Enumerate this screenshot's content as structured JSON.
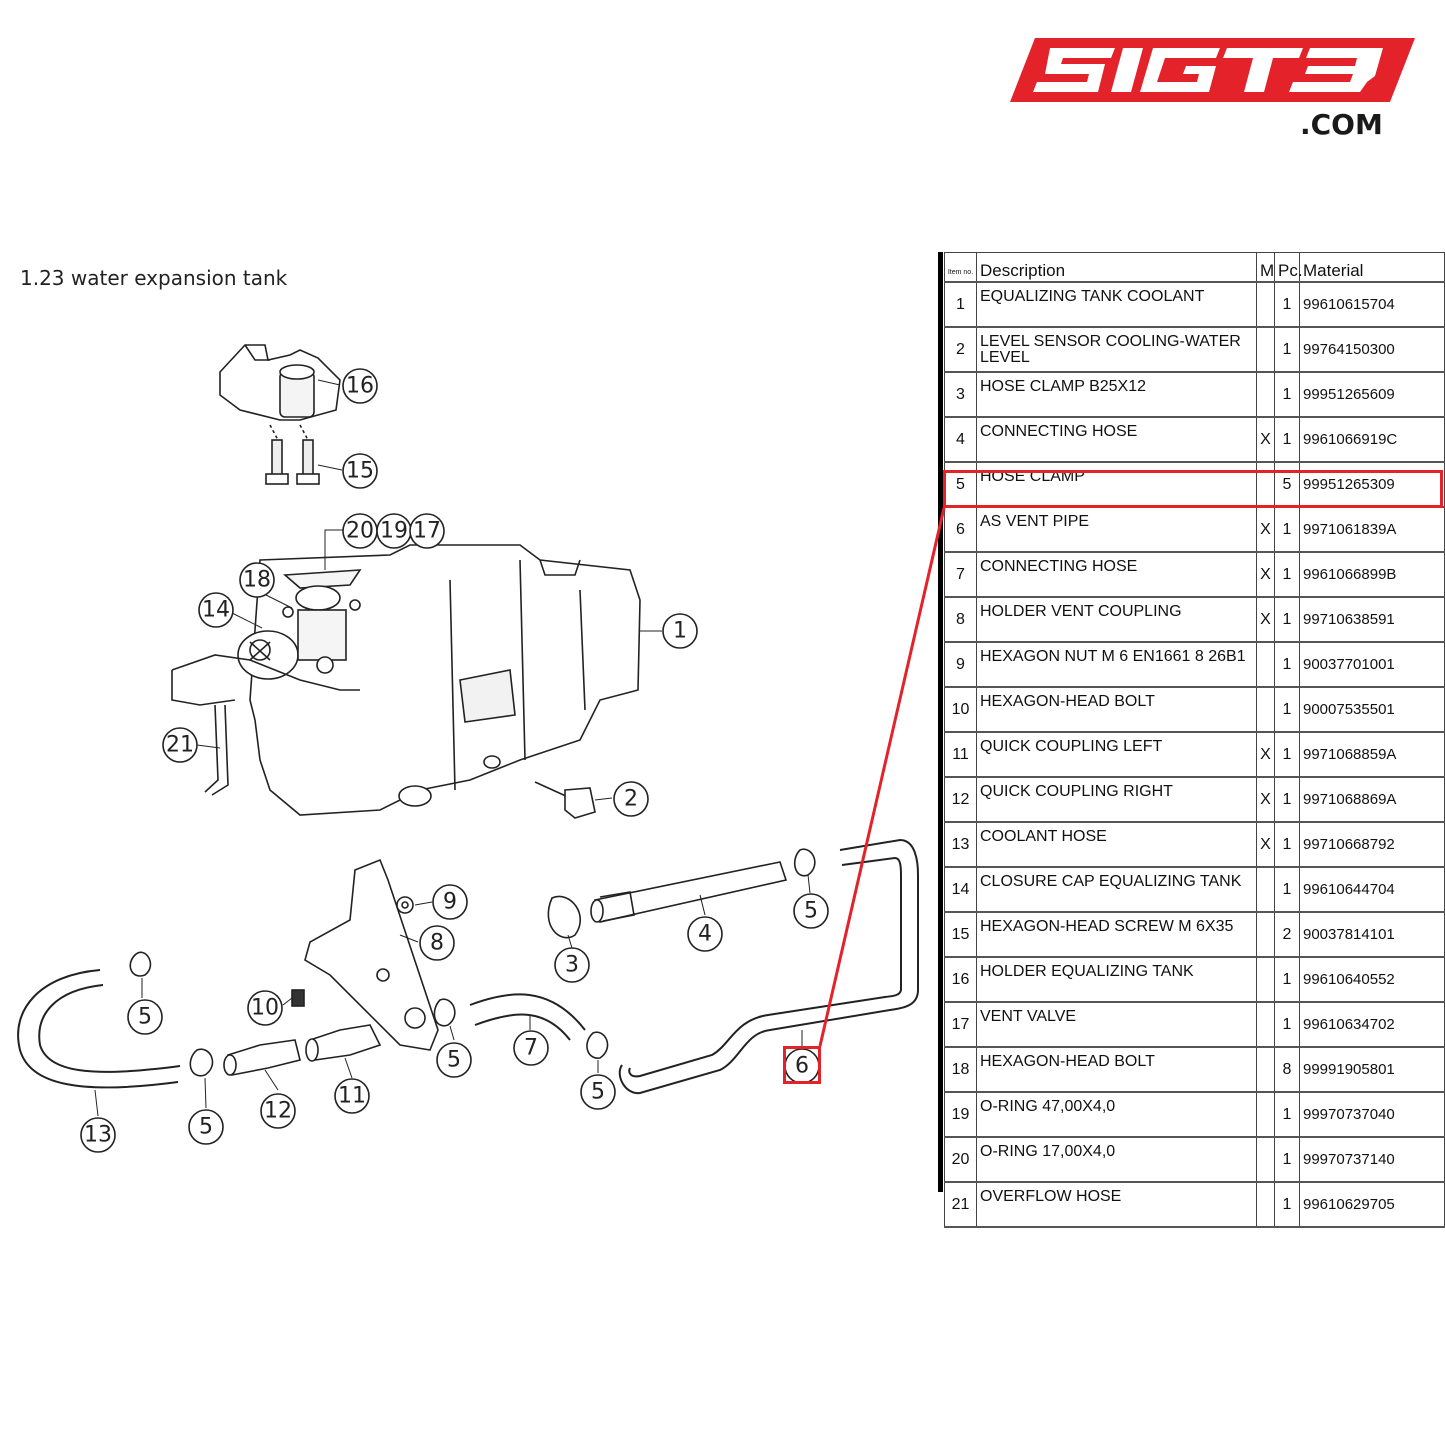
{
  "brand": {
    "logo_text": "SIGTB",
    "domain": ".COM",
    "color": "#e3222a"
  },
  "section_title": "1.23  water expansion tank",
  "highlight_color": "#e3222a",
  "highlighted_item": "6",
  "table": {
    "headers": {
      "item_no": "Item no.",
      "description": "Description",
      "m": "M",
      "pc": "Pc.",
      "material": "Material"
    },
    "rows": [
      {
        "no": "1",
        "desc": "EQUALIZING TANK COOLANT",
        "m": "",
        "pc": "1",
        "mat": "99610615704"
      },
      {
        "no": "2",
        "desc": "LEVEL SENSOR COOLING-WATER LEVEL",
        "m": "",
        "pc": "1",
        "mat": "99764150300"
      },
      {
        "no": "3",
        "desc": "HOSE CLAMP B25X12",
        "m": "",
        "pc": "1",
        "mat": "99951265609"
      },
      {
        "no": "4",
        "desc": "CONNECTING HOSE",
        "m": "X",
        "pc": "1",
        "mat": "9961066919C"
      },
      {
        "no": "5",
        "desc": "HOSE CLAMP",
        "m": "",
        "pc": "5",
        "mat": "99951265309"
      },
      {
        "no": "6",
        "desc": "AS VENT PIPE",
        "m": "X",
        "pc": "1",
        "mat": "9971061839A"
      },
      {
        "no": "7",
        "desc": "CONNECTING HOSE",
        "m": "X",
        "pc": "1",
        "mat": "9961066899B"
      },
      {
        "no": "8",
        "desc": "HOLDER VENT COUPLING",
        "m": "X",
        "pc": "1",
        "mat": "99710638591"
      },
      {
        "no": "9",
        "desc": "HEXAGON NUT M 6 EN1661 8 26B1",
        "m": "",
        "pc": "1",
        "mat": "90037701001"
      },
      {
        "no": "10",
        "desc": "HEXAGON-HEAD BOLT",
        "m": "",
        "pc": "1",
        "mat": "90007535501"
      },
      {
        "no": "11",
        "desc": "QUICK COUPLING LEFT",
        "m": "X",
        "pc": "1",
        "mat": "9971068859A"
      },
      {
        "no": "12",
        "desc": "QUICK COUPLING RIGHT",
        "m": "X",
        "pc": "1",
        "mat": "9971068869A"
      },
      {
        "no": "13",
        "desc": "COOLANT HOSE",
        "m": "X",
        "pc": "1",
        "mat": "99710668792"
      },
      {
        "no": "14",
        "desc": "CLOSURE CAP EQUALIZING TANK",
        "m": "",
        "pc": "1",
        "mat": "99610644704"
      },
      {
        "no": "15",
        "desc": "HEXAGON-HEAD SCREW M 6X35",
        "m": "",
        "pc": "2",
        "mat": "90037814101"
      },
      {
        "no": "16",
        "desc": "HOLDER EQUALIZING TANK",
        "m": "",
        "pc": "1",
        "mat": "99610640552"
      },
      {
        "no": "17",
        "desc": "VENT VALVE",
        "m": "",
        "pc": "1",
        "mat": "99610634702"
      },
      {
        "no": "18",
        "desc": "HEXAGON-HEAD BOLT",
        "m": "",
        "pc": "8",
        "mat": "99991905801"
      },
      {
        "no": "19",
        "desc": "O-RING 47,00X4,0",
        "m": "",
        "pc": "1",
        "mat": "99970737040"
      },
      {
        "no": "20",
        "desc": "O-RING 17,00X4,0",
        "m": "",
        "pc": "1",
        "mat": "99970737140"
      },
      {
        "no": "21",
        "desc": "OVERFLOW HOSE",
        "m": "",
        "pc": "1",
        "mat": "99610629705"
      }
    ]
  },
  "diagram_labels": {
    "l1": "1",
    "l2": "2",
    "l3": "3",
    "l4": "4",
    "l5a": "5",
    "l5b": "5",
    "l5c": "5",
    "l5d": "5",
    "l5e": "5",
    "l6": "6",
    "l7": "7",
    "l8": "8",
    "l9": "9",
    "l10": "10",
    "l11": "11",
    "l12": "12",
    "l13": "13",
    "l14": "14",
    "l15": "15",
    "l16": "16",
    "l17": "17",
    "l18": "18",
    "l19": "19",
    "l20": "20",
    "l21": "21"
  }
}
